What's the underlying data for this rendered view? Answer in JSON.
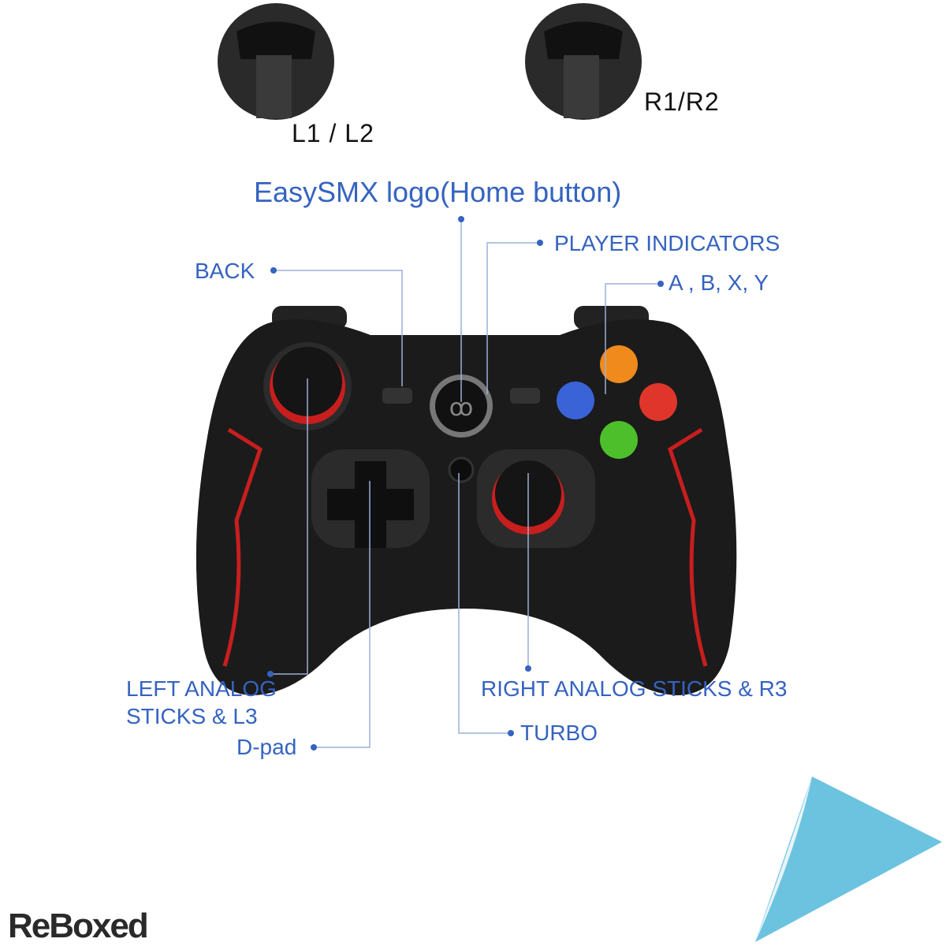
{
  "triggers": {
    "left_label": "L1  /  L2",
    "right_label": "R1/R2"
  },
  "title": "EasySMX logo(Home button)",
  "labels": {
    "player_indicators": "PLAYER INDICATORS",
    "back": "BACK",
    "abxy": "A , B,  X, Y",
    "left_analog_line1": "LEFT ANALOG",
    "left_analog_line2": "STICKS & L3",
    "dpad": "D-pad",
    "right_analog": "RIGHT ANALOG  STICKS & R3",
    "turbo": "TURBO"
  },
  "face_buttons": {
    "Y": "#f08a1c",
    "X": "#3a63d8",
    "B": "#e0352a",
    "A": "#4cbf2a"
  },
  "colors": {
    "label": "#3563c0",
    "accent": "#d02020",
    "body": "#1b1b1b",
    "corner": "#6cc3e0"
  },
  "watermark": "ReBoxed"
}
